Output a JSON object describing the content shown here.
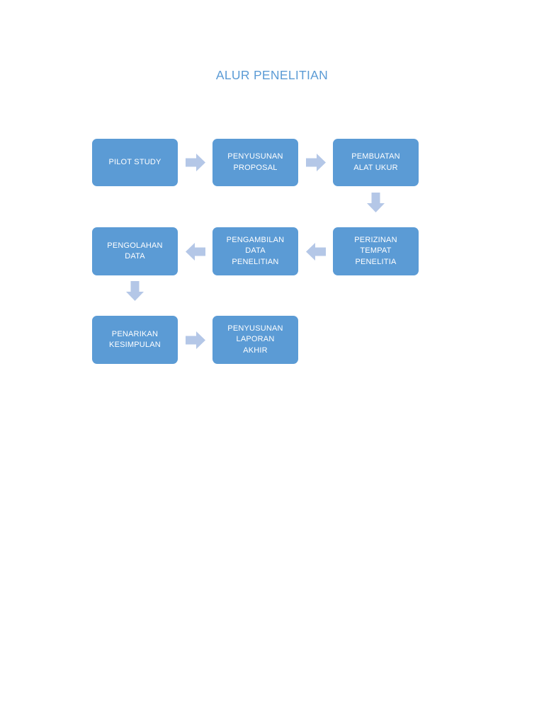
{
  "diagram": {
    "title": "ALUR PENELITIAN",
    "colors": {
      "node_fill": "#5B9BD5",
      "node_text": "#FFFFFF",
      "arrow_fill": "#B4C7E7",
      "title_text": "#5B9BD5",
      "background": "#FFFFFF"
    },
    "nodes": [
      {
        "id": "pilot-study",
        "lines": [
          "PILOT STUDY"
        ]
      },
      {
        "id": "penyusunan-proposal",
        "lines": [
          "PENYUSUNAN",
          "PROPOSAL"
        ]
      },
      {
        "id": "pembuatan-alat-ukur",
        "lines": [
          "PEMBUATAN",
          "ALAT UKUR"
        ]
      },
      {
        "id": "perizinan-tempat",
        "lines": [
          "PERIZINAN",
          "TEMPAT",
          "PENELITIA"
        ]
      },
      {
        "id": "pengambilan-data",
        "lines": [
          "PENGAMBILAN",
          "DATA",
          "PENELITIAN"
        ]
      },
      {
        "id": "pengolahan-data",
        "lines": [
          "PENGOLAHAN",
          "DATA"
        ]
      },
      {
        "id": "penarikan-kesimpulan",
        "lines": [
          "PENARIKAN",
          "KESIMPULAN"
        ]
      },
      {
        "id": "penyusunan-laporan",
        "lines": [
          "PENYUSUNAN",
          "LAPORAN",
          "AKHIR"
        ]
      }
    ],
    "connectors": [
      {
        "id": "pilot-to-proposal",
        "direction": "right"
      },
      {
        "id": "proposal-to-alat-ukur",
        "direction": "right"
      },
      {
        "id": "alat-ukur-to-perizinan",
        "direction": "down"
      },
      {
        "id": "perizinan-to-pengambilan",
        "direction": "left"
      },
      {
        "id": "pengambilan-to-pengolahan",
        "direction": "left"
      },
      {
        "id": "pengolahan-to-penarikan",
        "direction": "down"
      },
      {
        "id": "penarikan-to-laporan",
        "direction": "right"
      }
    ]
  }
}
